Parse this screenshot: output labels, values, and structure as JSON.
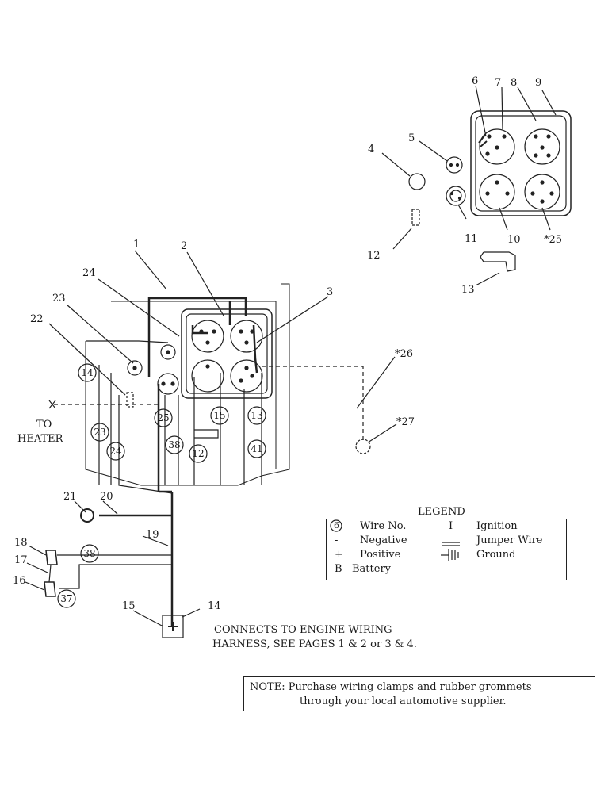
{
  "diagram": {
    "to_heater": [
      "TO",
      "HEATER"
    ],
    "connects_text": [
      "CONNECTS TO ENGINE WIRING",
      "HARNESS, SEE PAGES 1 & 2 or 3 & 4."
    ],
    "callouts": {
      "c1": "1",
      "c2": "2",
      "c3": "3",
      "c4": "4",
      "c5": "5",
      "c6": "6",
      "c7": "7",
      "c8": "8",
      "c9": "9",
      "c10": "10",
      "c11": "11",
      "c12": "12",
      "c13": "13",
      "c14": "14",
      "c15": "15",
      "c16": "16",
      "c17": "17",
      "c18": "18",
      "c19": "19",
      "c20": "20",
      "c21": "21",
      "c22": "22",
      "c23": "23",
      "c24": "24",
      "c25": "*25",
      "c26": "*26",
      "c27": "*27"
    },
    "wire_tags": {
      "w14": "14",
      "w25": "25",
      "w15": "15",
      "w13": "13",
      "w23": "23",
      "w24": "24",
      "w38": "38",
      "w12": "12",
      "w41": "41",
      "w38b": "38",
      "w37": "37"
    }
  },
  "legend": {
    "title": "LEGEND",
    "wire_no_symbol": "6",
    "wire_no": "Wire No.",
    "negative_symbol": "-",
    "negative": "Negative",
    "positive_symbol": "+",
    "positive": "Positive",
    "battery_symbol": "B",
    "battery": "Battery",
    "ignition_symbol": "I",
    "ignition": "Ignition",
    "jumper": "Jumper Wire",
    "ground": "Ground"
  },
  "note": {
    "line1": "NOTE:  Purchase wiring clamps and rubber grommets",
    "line2": "through your local automotive supplier."
  }
}
